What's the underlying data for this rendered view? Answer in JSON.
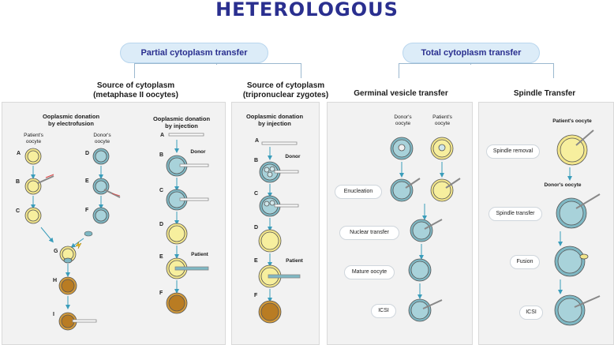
{
  "title": "HETEROLOGOUS",
  "categories": {
    "partial": "Partial cytoplasm transfer",
    "total": "Total cytoplasm transfer"
  },
  "columns": {
    "source_mii": [
      "Source of cytoplasm",
      "(metaphase II oocytes)"
    ],
    "source_tpn": [
      "Source of cytoplasm",
      "(tripronuclear zygotes)"
    ],
    "gvt": "Germinal vesicle transfer",
    "spindle": "Spindle Transfer"
  },
  "panel1": {
    "electro_title": [
      "Ooplasmic donation",
      "by electrofusion"
    ],
    "patient_oocyte": [
      "Patient's",
      "oocyte"
    ],
    "donor_oocyte": [
      "Donor's",
      "oocyte"
    ],
    "injection_title": [
      "Ooplasmic donation",
      "by injection"
    ],
    "donor": "Donor",
    "patient": "Patient",
    "letters_left": [
      "A",
      "B",
      "C"
    ],
    "letters_donor": [
      "D",
      "E",
      "F"
    ],
    "letters_merge": [
      "G",
      "H",
      "I"
    ],
    "letters_inject": [
      "A",
      "B",
      "C",
      "D",
      "E",
      "F"
    ]
  },
  "panel2": {
    "injection_title": [
      "Ooplasmic donation",
      "by injection"
    ],
    "donor": "Donor",
    "patient": "Patient",
    "letters": [
      "A",
      "B",
      "C",
      "D",
      "E",
      "F"
    ]
  },
  "panel3": {
    "donor_oocyte": [
      "Donor's",
      "oocyte"
    ],
    "patient_oocyte": [
      "Patient's",
      "oocyte"
    ],
    "steps": [
      "Enucleation",
      "Nuclear transfer",
      "Mature oocyte",
      "ICSI"
    ]
  },
  "panel4": {
    "patient_oocyte": "Patient's oocyte",
    "donor_oocyte": "Donor's oocyte",
    "steps": [
      "Spindle removal",
      "Spindle transfer",
      "Fusion",
      "ICSI"
    ]
  },
  "colors": {
    "title": "#2a2f8f",
    "pill": "#dcecf8",
    "patient_cell": "#f2e58a",
    "donor_cell": "#7fb8c4",
    "zygote_cell": "#d39a3a",
    "arrow": "#3a9dbb"
  }
}
